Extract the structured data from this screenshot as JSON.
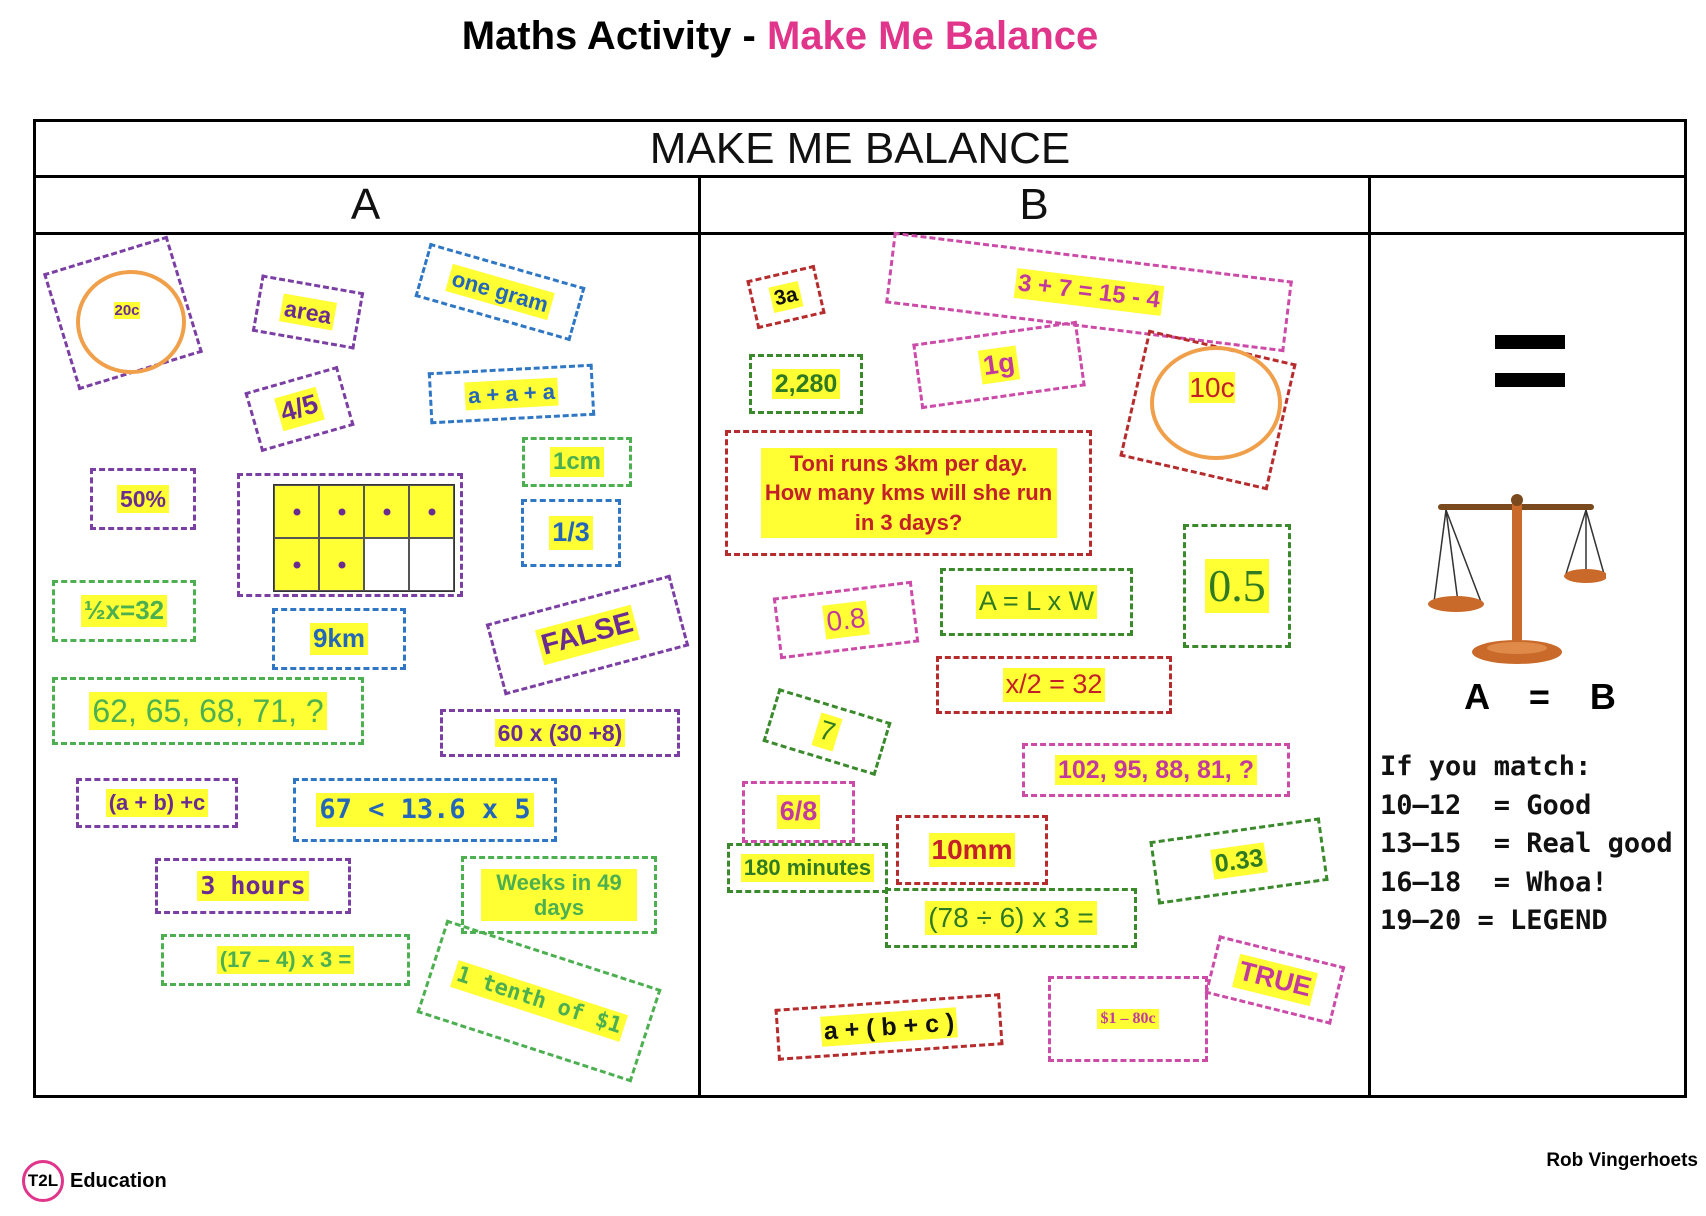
{
  "title": {
    "prefix": "Maths Activity - ",
    "highlight": "Make Me Balance"
  },
  "table": {
    "heading": "MAKE ME BALANCE",
    "col_a": "A",
    "col_b": "B"
  },
  "column_a": [
    {
      "text": "20c"
    },
    {
      "text": "area"
    },
    {
      "text": "one gram"
    },
    {
      "text": "4/5"
    },
    {
      "text": "a + a + a"
    },
    {
      "text": "1cm"
    },
    {
      "text": "50%"
    },
    {
      "text": "1/3"
    },
    {
      "text": "½x=32"
    },
    {
      "text": "9km"
    },
    {
      "text": "FALSE"
    },
    {
      "text": "62, 65, 68, 71, ?"
    },
    {
      "text": "60 x (30 +8)"
    },
    {
      "text": "(a + b) +c"
    },
    {
      "text": "67 < 13.6 x 5"
    },
    {
      "text": "3 hours"
    },
    {
      "text": "Weeks in 49 days"
    },
    {
      "text": "(17 – 4) x 3 ="
    },
    {
      "text": "1 tenth of $1"
    }
  ],
  "column_b": [
    {
      "text": "3a"
    },
    {
      "text": "3 + 7 = 15 - 4"
    },
    {
      "text": "2,280"
    },
    {
      "text": "1g"
    },
    {
      "text": "10c"
    },
    {
      "text": "Toni runs 3km per day. How many kms will she run in 3 days?"
    },
    {
      "text": "0.5"
    },
    {
      "text": "0.8"
    },
    {
      "text": "A = L x W"
    },
    {
      "text": "x/2 = 32"
    },
    {
      "text": "7"
    },
    {
      "text": "102, 95, 88, 81, ?"
    },
    {
      "text": "6/8"
    },
    {
      "text": "10mm"
    },
    {
      "text": "0.33"
    },
    {
      "text": "180 minutes"
    },
    {
      "text": "(78 ÷ 6) x 3 ="
    },
    {
      "text": "TRUE"
    },
    {
      "text": "a + ( b + c )"
    },
    {
      "text": "$1 – 80c"
    }
  ],
  "dot_grid": {
    "filled_cells": 6,
    "total_cells": 8
  },
  "side": {
    "equals_icon": "equals-sign-icon",
    "scale_icon": "balance-scale-icon",
    "balance": "A = B",
    "rules_title": "If you match:",
    "rules": [
      "10–12  = Good",
      "13–15  = Real good",
      "16–18  = Whoa!",
      "19–20 = LEGEND"
    ]
  },
  "footer": {
    "brand_logo": "T2L",
    "brand": "Education",
    "author": "Rob Vingerhoets"
  },
  "colors": {
    "accent_pink": "#e0358a",
    "highlight": "#ffff33"
  }
}
